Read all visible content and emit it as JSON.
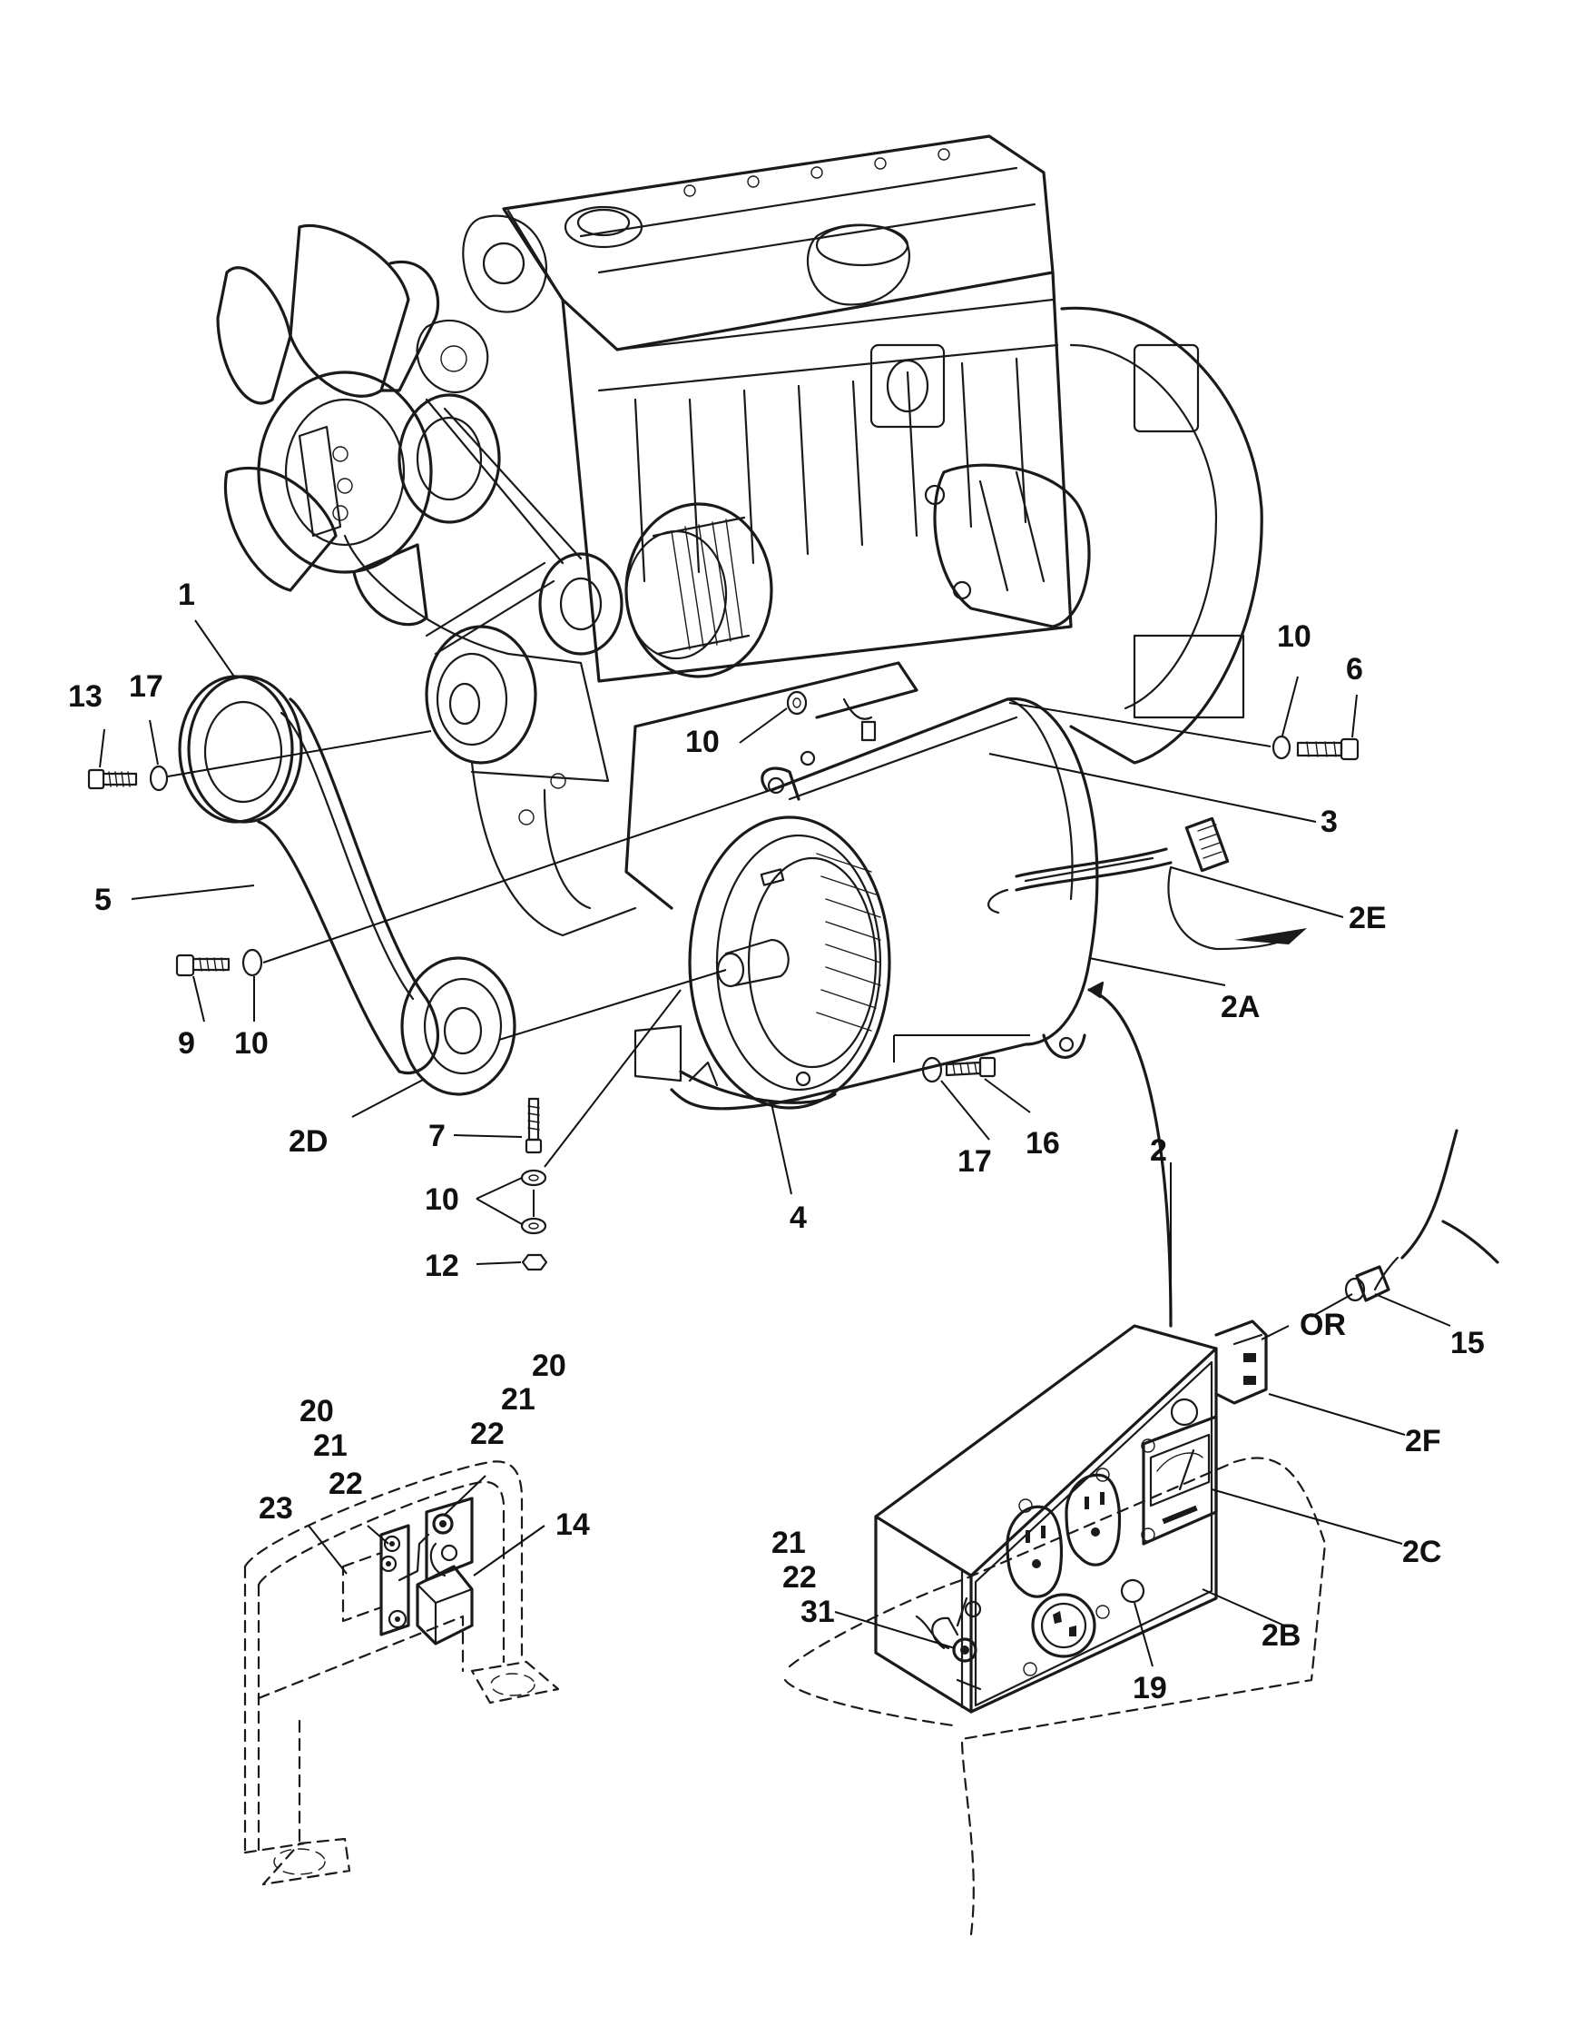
{
  "callouts": {
    "c1": "1",
    "c13": "13",
    "c17a": "17",
    "c10a": "10",
    "c10b": "10",
    "c6": "6",
    "c3": "3",
    "c5": "5",
    "c2E": "2E",
    "c9": "9",
    "c10c": "10",
    "c2A": "2A",
    "c2D": "2D",
    "c7": "7",
    "c17b": "17",
    "c16": "16",
    "c2": "2",
    "c10d": "10",
    "c4": "4",
    "c12": "12",
    "cOR": "OR",
    "c15": "15",
    "c20a": "20",
    "c21a": "21",
    "c20b": "20",
    "c22a": "22",
    "c21b": "21",
    "c2F": "2F",
    "c22b": "22",
    "c23": "23",
    "c14": "14",
    "c2C": "2C",
    "c21c": "21",
    "c22c": "22",
    "c31": "31",
    "c2B": "2B",
    "c19": "19"
  },
  "colors": {
    "ink": "#1a1a1a",
    "paper": "#ffffff"
  }
}
